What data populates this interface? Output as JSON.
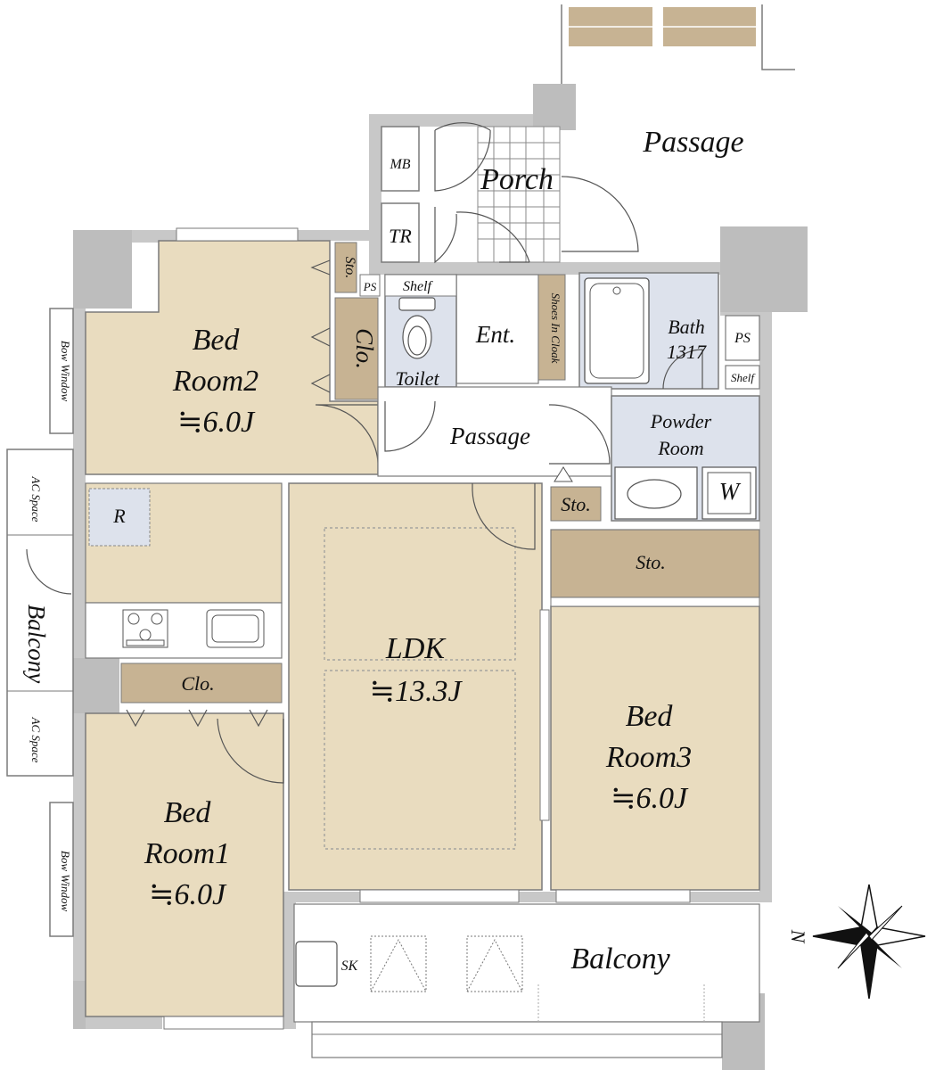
{
  "colors": {
    "bedroom": "#e9dcbf",
    "storage": "#c7b393",
    "wet": "#dde2ec",
    "wall": "#c8c8c8",
    "column": "#bdbdbd",
    "line": "#7a7a7a",
    "white": "#ffffff"
  },
  "rooms": {
    "bed2": {
      "line1": "Bed",
      "line2": "Room2",
      "area": "≒6.0J"
    },
    "bed1": {
      "line1": "Bed",
      "line2": "Room1",
      "area": "≒6.0J"
    },
    "bed3": {
      "line1": "Bed",
      "line2": "Room3",
      "area": "≒6.0J"
    },
    "ldk": {
      "name": "LDK",
      "area": "≒13.3J"
    },
    "bath": {
      "name": "Bath",
      "size": "1317"
    },
    "powder": {
      "line1": "Powder",
      "line2": "Room"
    }
  },
  "labels": {
    "passage_outer": "Passage",
    "passage_inner": "Passage",
    "porch": "Porch",
    "ent": "Ent.",
    "toilet": "Toilet",
    "mb": "MB",
    "tr": "TR",
    "shelf_toilet": "Shelf",
    "shelf_bath": "Shelf",
    "ps_left": "PS",
    "ps_right": "PS",
    "sto_bed2": "Sto.",
    "clo_bed2": "Clo.",
    "shoes_in_cloak": "Shoes In Cloak",
    "sto_small": "Sto.",
    "sto_large": "Sto.",
    "w": "W",
    "r": "R",
    "clo_kitchen": "Clo.",
    "balcony_side": "Balcony",
    "ac_space_top": "AC Space",
    "ac_space_bottom": "AC Space",
    "bow_window_top": "Bow Window",
    "bow_window_bottom": "Bow Window",
    "balcony_main": "Balcony",
    "sk": "SK",
    "north": "N"
  }
}
